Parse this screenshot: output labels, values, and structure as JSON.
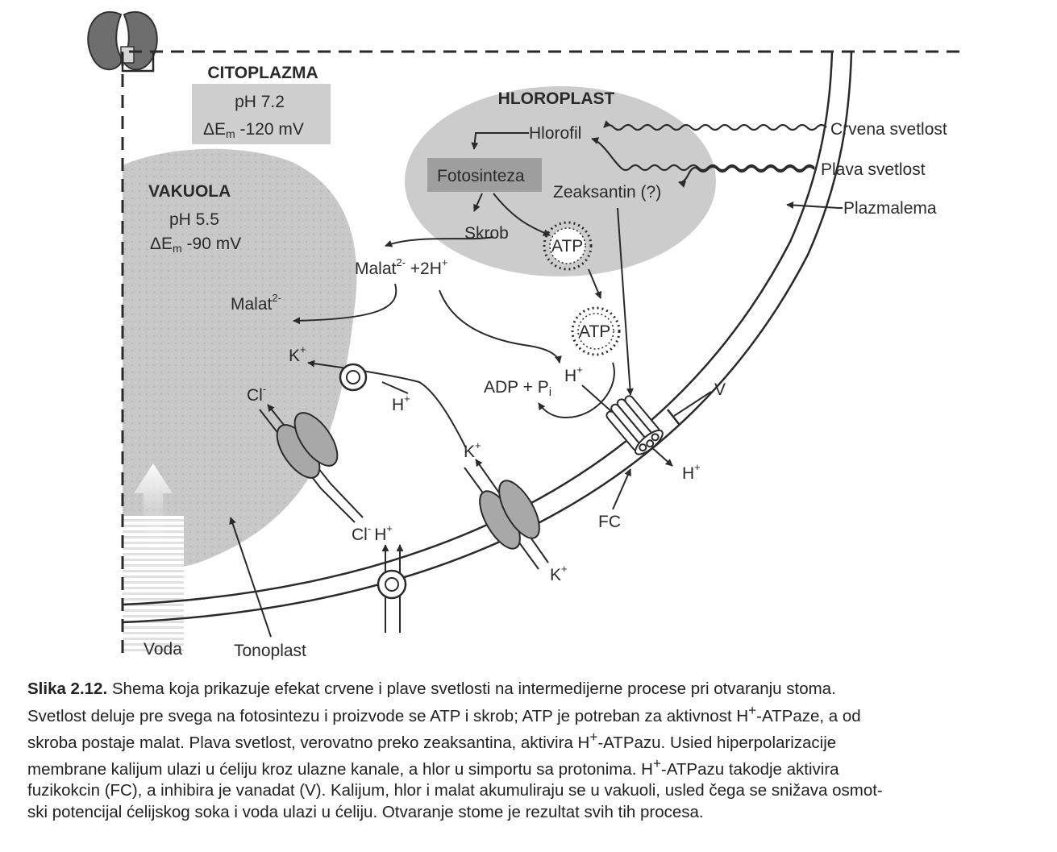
{
  "labels": {
    "citoplazma": "CITOPLAZMA",
    "cito_ph": "pH 7.2",
    "cito_em_prefix": "ΔE",
    "cito_em_sub": "m",
    "cito_em_value": " -120 mV",
    "hloroplast": "HLOROPLAST",
    "hlorofil": "Hlorofil",
    "fotosinteza": "Fotosinteza",
    "zeaksantin": "Zeaksantin (?)",
    "skrob": "Skrob",
    "atp": "ATP",
    "vakuola": "VAKUOLA",
    "vak_ph": "pH 5.5",
    "vak_em_prefix": "ΔE",
    "vak_em_sub": "m",
    "vak_em_value": " -90 mV",
    "malat": "Malat",
    "charge_2minus": "2-",
    "plus_2h": " +2H",
    "plus": "+",
    "minus": "-",
    "k": "K",
    "h": "H",
    "cl": "Cl",
    "adp_pi": "ADP + P",
    "pi_sub": "i",
    "v": "V",
    "fc": "FC",
    "crvena": "Crvena svetlost",
    "plava": "Plava svetlost",
    "plazmalema": "Plazmalema",
    "voda": "Voda",
    "tonoplast": "Tonoplast"
  },
  "caption": {
    "title": "Slika 2.12.",
    "line1": " Shema koja prikazuje efekat crvene i plave svetlosti na intermedijerne procese pri otvaranju stoma.",
    "line2a": "Svetlost deluje pre svega na fotosintezu i proizvode se ATP i skrob; ATP je potreban za aktivnost H",
    "line2b": "-ATPaze, a od",
    "line3a": "skroba postaje malat. Plava svetlost, verovatno preko zeaksantina, aktivira H",
    "line3b": "-ATPazu. Usied hiperpolarizacije",
    "line4a": "membrane kalijum ulazi u ćeliju kroz ulazne kanale, a hlor u simportu sa protonima. H",
    "line4b": "-ATPazu takodje aktivira",
    "line5": "fuzikokcin (FC), a inhibira je vanadat (V). Kalijum, hlor i malat akumuliraju se u vakuoli, usled čega se snižava osmot-",
    "line6": "ski potencijal ćelijskog soka i voda ulazi u ćeliju. Otvaranje stome je rezultat svih tih procesa.",
    "sup_plus": "+"
  },
  "colors": {
    "ink": "#2a2a2a",
    "chloroplast_fill": "#cccccc",
    "vacuole_fill": "#c6c6c6",
    "box_fill": "#cfcfcf",
    "fotosinteza_fill": "#9e9e9e",
    "channel_fill": "#a8a8a8"
  }
}
